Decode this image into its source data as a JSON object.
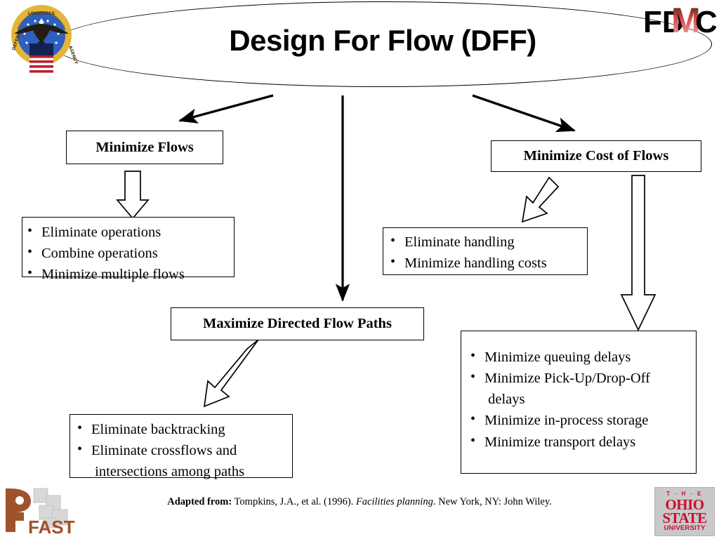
{
  "slide": {
    "title": "Design For Flow (DFF)",
    "background_color": "#ffffff",
    "line_color": "#000000"
  },
  "logos": {
    "top_left": {
      "name": "Defense Logistics Agency seal",
      "alt": "DLA eagle seal"
    },
    "top_right": {
      "name": "FDMC",
      "text": "FDMC",
      "accent_color": "#cc2222"
    },
    "bottom_left": {
      "name": "FAST",
      "text": "FAST",
      "color": "#a0522d"
    },
    "bottom_right": {
      "name": "The Ohio State University",
      "line1": "T · H · E",
      "line2": "OHIO",
      "line3": "STATE",
      "line4": "UNIVERSITY",
      "color": "#c8102e",
      "background": "#c9c9c9"
    }
  },
  "nodes": {
    "minimize_flows": {
      "label": "Minimize Flows"
    },
    "maximize_directed_flow_paths": {
      "label": "Maximize Directed Flow Paths"
    },
    "minimize_cost_of_flows": {
      "label": "Minimize Cost of Flows"
    }
  },
  "lists": {
    "minimize_flows_items": [
      {
        "text": "Eliminate operations",
        "bullet": true
      },
      {
        "text": "Combine operations",
        "bullet": true
      },
      {
        "text": "Minimize multiple flows",
        "bullet": true
      }
    ],
    "maximize_paths_items": [
      {
        "text": "Eliminate backtracking",
        "bullet": true
      },
      {
        "text": "Eliminate crossflows and",
        "bullet": true
      },
      {
        "text": " intersections among paths",
        "bullet": false
      }
    ],
    "minimize_handling_items": [
      {
        "text": "Eliminate handling",
        "bullet": true
      },
      {
        "text": "Minimize handling costs",
        "bullet": true
      }
    ],
    "minimize_delays_items": [
      {
        "text": "Minimize queuing delays",
        "bullet": true
      },
      {
        "text": "Minimize Pick-Up/Drop-Off",
        "bullet": true
      },
      {
        "text": " delays",
        "bullet": false
      },
      {
        "text": "Minimize in-process storage",
        "bullet": true
      },
      {
        "text": "Minimize transport delays",
        "bullet": true
      }
    ]
  },
  "citation": {
    "prefix": "Adapted from:",
    "authors": " Tompkins, J.A., et al. (1996). ",
    "work": "Facilities planning",
    "suffix": ". New York, NY: John Wiley."
  },
  "connectors": {
    "title_to_minimize_flows": {
      "style": "solid-line-arrow",
      "direction": "down-left"
    },
    "title_to_maximize_paths": {
      "style": "solid-line-arrow",
      "direction": "down"
    },
    "title_to_minimize_cost": {
      "style": "solid-line-arrow",
      "direction": "down-right"
    },
    "minimize_flows_to_list": {
      "style": "hollow-block-arrow",
      "direction": "down"
    },
    "maximize_paths_to_list": {
      "style": "hollow-block-arrow",
      "direction": "down-left"
    },
    "minimize_cost_to_handling": {
      "style": "hollow-block-arrow",
      "direction": "down-left"
    },
    "minimize_cost_to_delays": {
      "style": "hollow-block-arrow",
      "direction": "down"
    }
  }
}
